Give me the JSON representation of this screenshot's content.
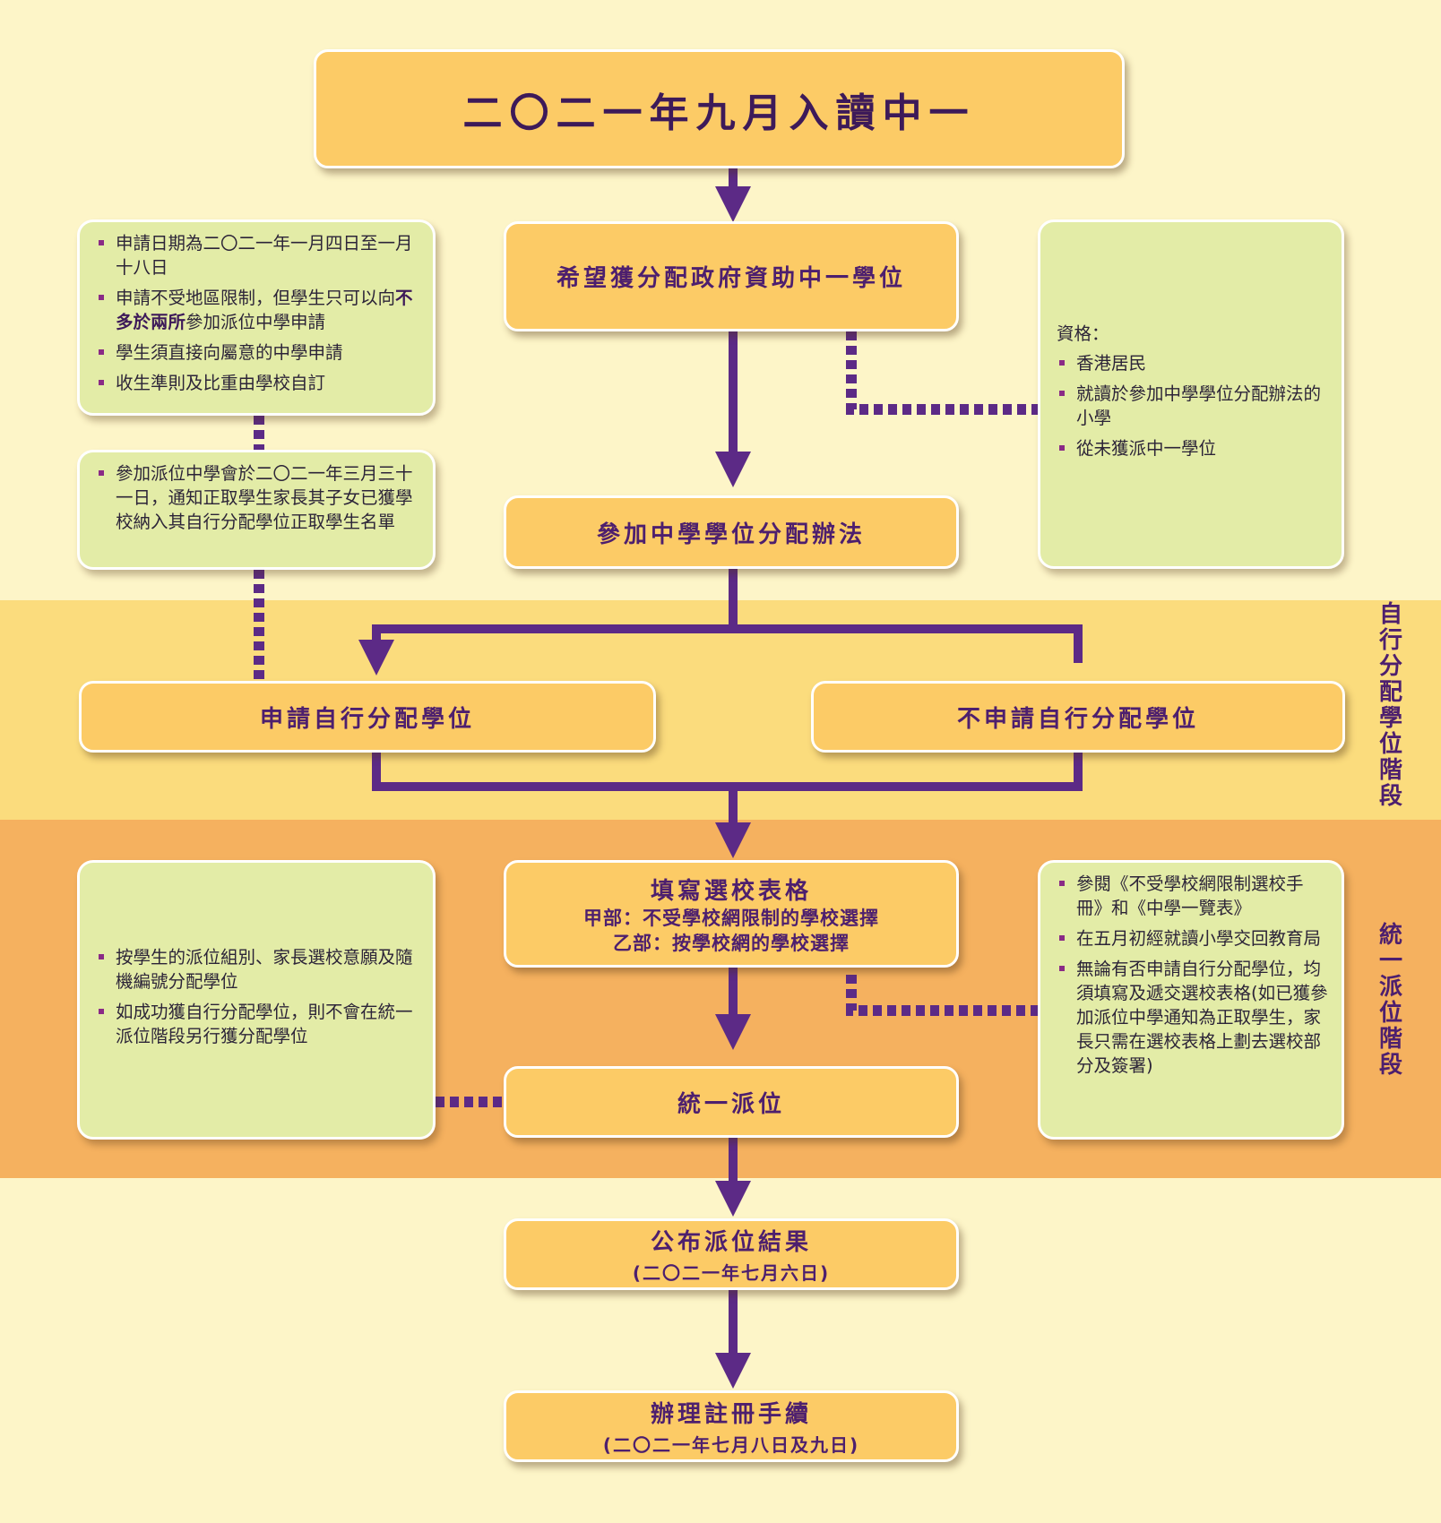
{
  "title": "二〇二一年九月入讀中一",
  "stages": {
    "self_allocation": "自行分配學位階段",
    "central_allocation": "統一派位階段"
  },
  "boxes": {
    "aspire": "希望獲分配政府資助中一學位",
    "join_system": "參加中學學位分配辦法",
    "apply_dp": "申請自行分配學位",
    "not_apply_dp": "不申請自行分配學位",
    "fill_form": {
      "title": "填寫選校表格",
      "part_a": "甲部：不受學校網限制的學校選擇",
      "part_b": "乙部：按學校網的學校選擇"
    },
    "central_allocation": "統一派位",
    "results": {
      "title": "公布派位結果",
      "date": "(二〇二一年七月六日)"
    },
    "registration": {
      "title": "辦理註冊手續",
      "date": "(二〇二一年七月八日及九日)"
    }
  },
  "notes": {
    "application": {
      "items": [
        "申請日期為二〇二一年一月四日至一月十八日",
        "學生須直接向屬意的中學申請",
        "收生準則及比重由學校自訂"
      ],
      "restriction": {
        "before": "申請不受地區限制，但學生只可以向",
        "emphasis": "不多於兩所",
        "after": "參加派位中學申請"
      }
    },
    "notification": {
      "items": [
        "參加派位中學會於二〇二一年三月三十一日，通知正取學生家長其子女已獲學校納入其自行分配學位正取學生名單"
      ]
    },
    "eligibility": {
      "heading": "資格：",
      "items": [
        "香港居民",
        "就讀於參加中學學位分配辦法的小學",
        "從未獲派中一學位"
      ]
    },
    "central_rules": {
      "items": [
        "按學生的派位組別、家長選校意願及隨機編號分配學位",
        "如成功獲自行分配學位，則不會在統一派位階段另行獲分配學位"
      ]
    },
    "form_notes": {
      "items": [
        "參閱《不受學校網限制選校手冊》和《中學一覽表》",
        "在五月初經就讀小學交回教育局",
        "無論有否申請自行分配學位，均須填寫及遞交選校表格(如已獲參加派位中學通知為正取學生，家長只需在選校表格上劃去選校部分及簽署)"
      ]
    }
  },
  "colors": {
    "background": "#fdf5c8",
    "self_band": "#fbdc7d",
    "central_band": "#f5b15f",
    "box": "#fccb66",
    "note": "#e3eca7",
    "arrow": "#5c2a86"
  }
}
